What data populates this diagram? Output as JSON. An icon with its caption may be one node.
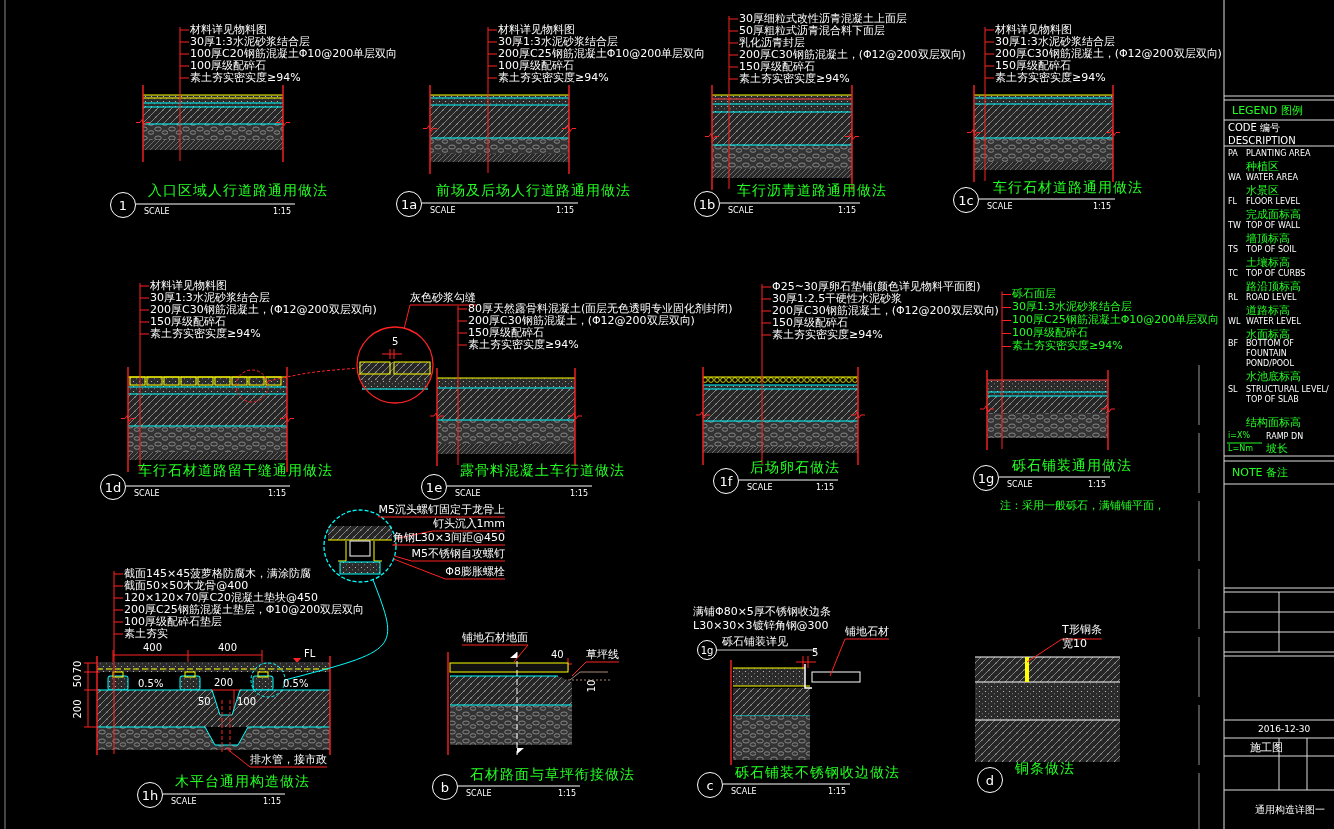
{
  "diagram": {
    "nodes": [
      {
        "text": [
          "1"
        ],
        "beside": [
          "SCALE"
        ]
      },
      {
        "text": [
          "1a"
        ],
        "beside": [
          "SCALE"
        ]
      },
      {
        "text": [
          "1b"
        ],
        "beside": [
          "SCALE"
        ]
      },
      {
        "text": [
          "1c"
        ],
        "beside": [
          "SCALE"
        ]
      },
      {
        "text": [
          "1d"
        ],
        "beside": [
          "SCALE"
        ]
      },
      {
        "text": [
          "1e"
        ],
        "beside": [
          "SCALE"
        ]
      },
      {
        "text": [
          "1f"
        ],
        "beside": [
          "SCALE"
        ]
      },
      {
        "text": [
          "1g"
        ],
        "beside": [
          "SCALE"
        ]
      },
      {
        "text": [
          "1h"
        ],
        "beside": [
          "SCALE"
        ]
      },
      {
        "text": [
          "b"
        ],
        "beside": [
          "SCALE"
        ]
      },
      {
        "text": [
          "1g"
        ],
        "beside": [
          "砾石铺装详见"
        ]
      },
      {
        "text": [
          "c"
        ],
        "beside": [
          "SCALE"
        ]
      },
      {
        "text": [
          "d"
        ]
      },
      {
        "text": [
          "材料详见物料图",
          "30厚1:3水泥砂浆结合层",
          "100厚C20钢筋混凝土Φ10@200单层双向",
          "100厚级配碎石",
          "素土夯实密实度≥94%"
        ]
      },
      {
        "text": [],
        "shape": "picture"
      },
      {
        "text": [
          "材料详见物料图",
          "30厚1:3水泥砂浆结合层",
          "200厚C25钢筋混凝土Φ10@200单层双向",
          "100厚级配碎石",
          "素土夯实密实度≥94%"
        ]
      },
      {
        "text": [],
        "shape": "picture"
      },
      {
        "text": [
          "30厚细粒式改性沥青混凝土上面层",
          "50厚粗粒式沥青混合料下面层",
          "乳化沥青封层",
          "200厚C30钢筋混凝土，(Φ12@200双层双向)",
          "150厚级配碎石",
          "素土夯实密实度≥94%"
        ]
      },
      {
        "text": [],
        "shape": "picture"
      },
      {
        "text": [
          "材料详见物料图",
          "30厚1:3水泥砂浆结合层",
          "200厚C30钢筋混凝土，(Φ12@200双层双向)",
          "150厚级配碎石",
          "素土夯实密实度≥94%"
        ]
      },
      {
        "text": [],
        "shape": "picture"
      },
      {
        "text": [
          "材料详见物料图",
          "30厚1:3水泥砂浆结合层",
          "200厚C30钢筋混凝土，(Φ12@200双层双向)",
          "150厚级配碎石",
          "素土夯实密实度≥94%"
        ]
      },
      {
        "text": [],
        "shape": "picture"
      },
      {
        "text": [
          "灰色砂浆勾缝"
        ]
      },
      {
        "text": [],
        "shape": "circle"
      },
      {
        "text": [
          "80厚天然露骨料混凝土(面层无色透明专业固化剂封闭)",
          "200厚C30钢筋混凝土，(Φ12@200双层双向)",
          "150厚级配碎石",
          "素土夯实密实度≥94%"
        ]
      },
      {
        "text": [],
        "shape": "picture"
      },
      {
        "text": [
          "Φ25~30厚卵石垫铺(颜色详见物料平面图)",
          "30厚1:2.5干硬性水泥砂浆",
          "200厚C30钢筋混凝土，(Φ12@200双层双向)",
          "150厚级配碎石",
          "素土夯实密实度≥94%"
        ]
      },
      {
        "text": [],
        "shape": "picture"
      },
      {
        "text": [
          "砾石面层",
          "30厚1:3水泥砂浆结合层",
          "100厚C25钢筋混凝土Φ10@200单层双向",
          "100厚级配碎石",
          "素土夯实密实度≥94%"
        ]
      },
      {
        "text": [],
        "shape": "picture"
      },
      {
        "text": [
          "截面145×45菠萝格防腐木，满涂防腐",
          "截面50×50木龙骨@400",
          "120×120×70厚C20混凝土垫块@450",
          "200厚C25钢筋混凝土垫层，Φ10@200双层双向",
          "100厚级配碎石垫层",
          "素土夯实"
        ]
      },
      {
        "text": [],
        "shape": "picture"
      },
      {
        "text": [
          "M5沉头螺钉固定于龙骨上"
        ]
      },
      {
        "text": [
          "钉头沉入1mm"
        ]
      },
      {
        "text": [
          "角钢L30×3间距@450"
        ]
      },
      {
        "text": [
          "M5不锈钢自攻螺钉"
        ]
      },
      {
        "text": [
          "Φ8膨胀螺栓"
        ]
      },
      {
        "text": [],
        "shape": "circle"
      },
      {
        "text": [
          "排水管，接市政"
        ]
      },
      {
        "text": [
          "铺地石材地面"
        ]
      },
      {
        "text": [],
        "shape": "picture"
      },
      {
        "text": [
          "草坪线"
        ]
      },
      {
        "text": [
          "铺地石材"
        ]
      },
      {
        "text": [],
        "shape": "picture"
      },
      {
        "text": [
          "T形铜条",
          "宽10"
        ]
      },
      {
        "text": [],
        "shape": "picture"
      }
    ],
    "edges": [
      {
        "from": 13,
        "to": 14,
        "arrow": "none"
      },
      {
        "from": 15,
        "to": 16,
        "arrow": "none"
      },
      {
        "from": 17,
        "to": 18,
        "arrow": "none"
      },
      {
        "from": 19,
        "to": 20,
        "arrow": "none"
      },
      {
        "from": 21,
        "to": 22,
        "arrow": "none"
      },
      {
        "from": 23,
        "to": 24,
        "arrow": "none"
      },
      {
        "from": 25,
        "to": 26,
        "arrow": "none"
      },
      {
        "from": 27,
        "to": 28,
        "arrow": "none"
      },
      {
        "from": 29,
        "to": 30,
        "arrow": "none"
      },
      {
        "from": 31,
        "to": 32,
        "arrow": "none"
      },
      {
        "from": 33,
        "to": 38,
        "arrow": "none"
      },
      {
        "from": 34,
        "to": 38,
        "arrow": "none"
      },
      {
        "from": 35,
        "to": 38,
        "arrow": "none"
      },
      {
        "from": 36,
        "to": 38,
        "arrow": "none"
      },
      {
        "from": 37,
        "to": 38,
        "arrow": "none"
      },
      {
        "from": 39,
        "to": 32,
        "arrow": "none"
      },
      {
        "from": 40,
        "to": 41,
        "arrow": "none"
      },
      {
        "from": 42,
        "to": 41,
        "arrow": "none"
      },
      {
        "from": 43,
        "to": 44,
        "arrow": "none"
      },
      {
        "from": 45,
        "to": 46,
        "arrow": "none"
      },
      {
        "from": 22,
        "to": 24,
        "arrow": "none",
        "style": "dashed"
      },
      {
        "from": 32,
        "to": 38,
        "arrow": "none",
        "color": "#00ffff"
      }
    ],
    "labels": [
      "入口区域人行道路通用做法",
      "前场及后场人行道路通用做法",
      "车行沥青道路通用做法",
      "车行石材道路通用做法",
      "1:15",
      "1:15",
      "1:15",
      "1:15",
      "5",
      "车行石材道路留干缝通用做法",
      "露骨料混凝土车行道做法",
      "后场卵石做法",
      "砾石铺装通用做法",
      "1:15",
      "1:15",
      "1:15",
      "1:15",
      "注：采用一般砾石，满铺铺平面，",
      "满铺Φ80×5厚不锈钢收边条",
      "L30×30×3镀锌角钢@300",
      "400",
      "400",
      "FL",
      "40",
      "5",
      "70",
      "50",
      "0.5%",
      "200",
      "0.5%",
      "10",
      "50",
      "100",
      "200",
      "木平台通用构造做法",
      "石材路面与草坪衔接做法",
      "砾石铺装不锈钢收边做法",
      "铜条做法",
      "1:15",
      "1:15",
      "1:15",
      "LEGEND 图例",
      "CODE 编号 DESCRIPTION",
      "PA",
      "PLANTING AREA",
      "种植区",
      "WA",
      "WATER AREA",
      "水景区",
      "FL",
      "FLOOR LEVEL",
      "完成面标高",
      "TW",
      "TOP OF WALL",
      "墙顶标高",
      "TS",
      "TOP OF SOIL",
      "土壤标高",
      "TC",
      "TOP OF CURBS",
      "路沿顶标高",
      "RL",
      "ROAD LEVEL",
      "道路标高",
      "WL",
      "WATER LEVEL",
      "水面标高",
      "BF",
      "BOTTOM OF FOUNTAIN POND/POOL",
      "水池底标高",
      "SL",
      "STRUCTURAL LEVEL/ TOP OF SLAB",
      "结构面标高",
      "i=X%",
      "RAMP DN",
      "L=Nm",
      "坡长",
      "NOTE 备注",
      "2016-12-30",
      "施工图",
      "通用构造详图一"
    ]
  }
}
